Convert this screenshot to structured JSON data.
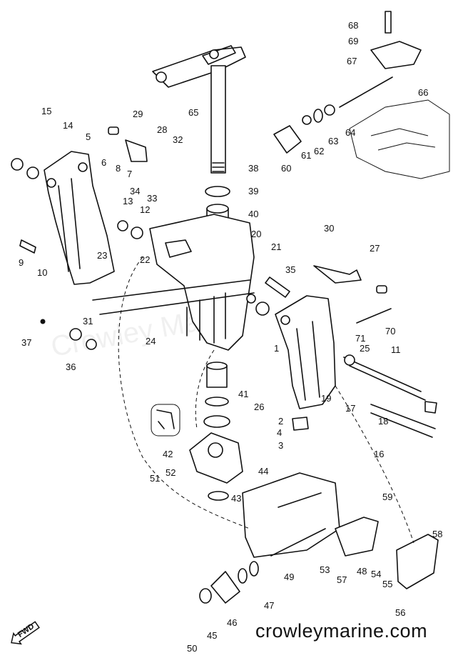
{
  "watermark": "Crowley Marine",
  "site": "crowleymarine.com",
  "fwd_label": "FWD",
  "callouts": [
    "1",
    "2",
    "3",
    "4",
    "5",
    "6",
    "7",
    "8",
    "9",
    "10",
    "11",
    "12",
    "13",
    "14",
    "15",
    "16",
    "17",
    "18",
    "19",
    "20",
    "21",
    "22",
    "23",
    "24",
    "25",
    "26",
    "27",
    "28",
    "29",
    "30",
    "31",
    "32",
    "33",
    "34",
    "35",
    "36",
    "37",
    "38",
    "39",
    "40",
    "41",
    "42",
    "43",
    "44",
    "45",
    "46",
    "47",
    "48",
    "49",
    "50",
    "51",
    "52",
    "53",
    "54",
    "55",
    "56",
    "57",
    "58",
    "59",
    "60",
    "61",
    "62",
    "63",
    "64",
    "65",
    "66",
    "67",
    "68",
    "69",
    "70",
    "71"
  ]
}
